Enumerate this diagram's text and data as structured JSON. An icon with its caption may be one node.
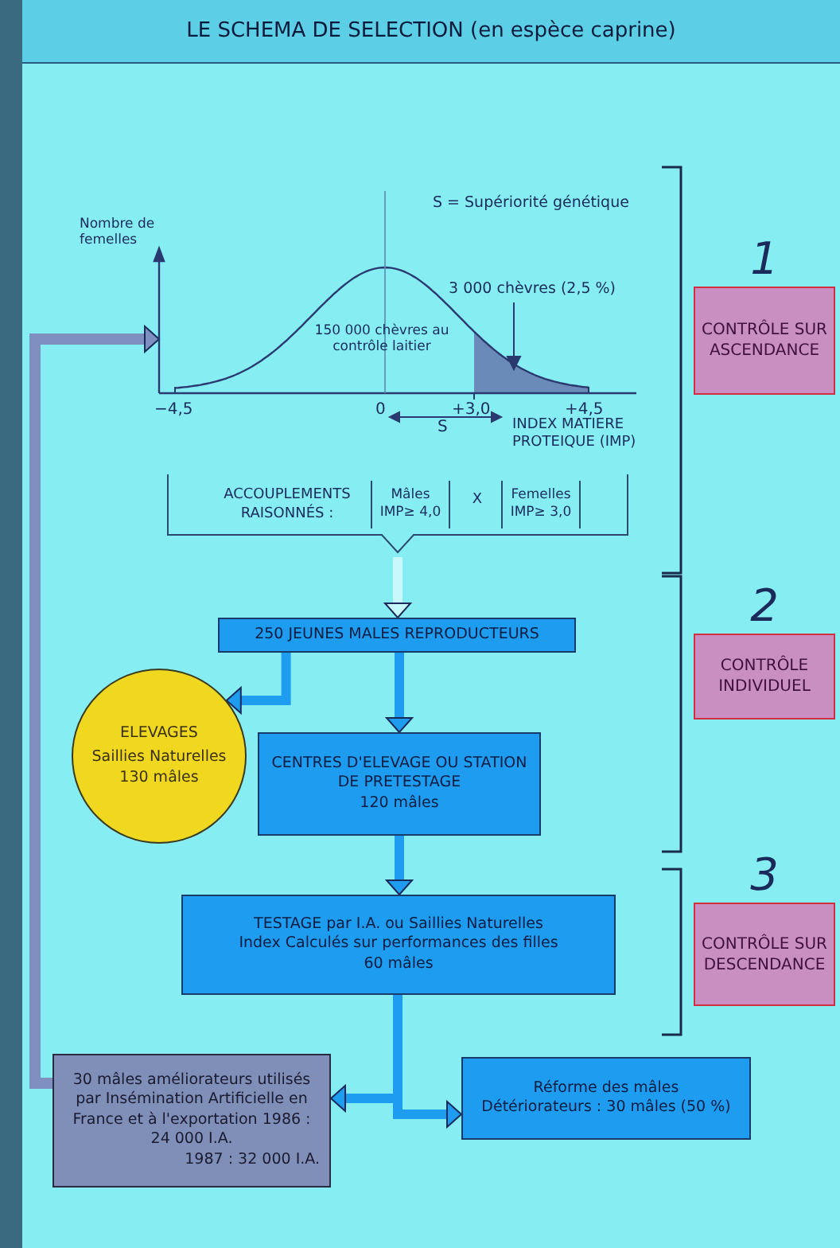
{
  "diagram": {
    "title": "LE SCHEMA DE SELECTION (en espèce caprine)",
    "nodes": [
      {
        "text": [],
        "shape": "picture"
      },
      {
        "text": [
          "CONTRÔLE SUR ASCENDANCE"
        ],
        "beside": [
          "1"
        ]
      },
      {
        "text": [
          "ACCOUPLEMENTS RAISONNÉS :"
        ]
      },
      {
        "text": [
          "Mâles IMP≥ 4,0"
        ],
        "in": 2
      },
      {
        "text": [
          "Femelles IMP≥ 3,0"
        ],
        "in": 2
      },
      {
        "text": [
          "250 JEUNES MALES REPRODUCTEURS"
        ]
      },
      {
        "text": [
          "CONTRÔLE INDIVIDUEL"
        ],
        "beside": [
          "2"
        ]
      },
      {
        "text": [
          "ELEVAGES",
          "Saillies Naturelles",
          "130 mâles"
        ]
      },
      {
        "text": [
          "CENTRES D'ELEVAGE OU STATION DE PRETESTAGE",
          "120 mâles"
        ]
      },
      {
        "text": [
          "TESTAGE par I.A. ou Saillies Naturelles",
          "Index Calculés sur performances des filles",
          "60 mâles"
        ]
      },
      {
        "text": [
          "CONTRÔLE SUR DESCENDANCE"
        ],
        "beside": [
          "3"
        ]
      },
      {
        "text": [
          "30 mâles améliorateurs utilisés par Insémination Artificielle en France et à l'exportation 1986 : 24 000 I.A.",
          "1987 : 32 000 I.A."
        ]
      },
      {
        "text": [
          "Réforme des mâles",
          "Détériorateurs : 30 mâles (50 %)"
        ]
      }
    ],
    "edges": [
      {
        "from": 2,
        "to": 5,
        "arrow": "to",
        "color": "#c8f8fb"
      },
      {
        "from": 5,
        "to": 7,
        "arrow": "to"
      },
      {
        "from": 5,
        "to": 8,
        "arrow": "to"
      },
      {
        "from": 8,
        "to": 9,
        "arrow": "to"
      },
      {
        "from": 9,
        "to": 11,
        "arrow": "to"
      },
      {
        "from": 9,
        "to": 12,
        "arrow": "to"
      },
      {
        "from": 11,
        "to": 0,
        "arrow": "to",
        "color": "#7f8fc0"
      }
    ],
    "labels": [
      "S = Supériorité génétique",
      "Nombre de femelles",
      "3 000 chèvres (2,5 %)",
      "150 000 chèvres au contrôle laitier",
      "−4,5",
      "0",
      "+3,0",
      "+4,5",
      "S",
      "INDEX MATIERE PROTEIQUE (IMP)",
      "X"
    ]
  }
}
